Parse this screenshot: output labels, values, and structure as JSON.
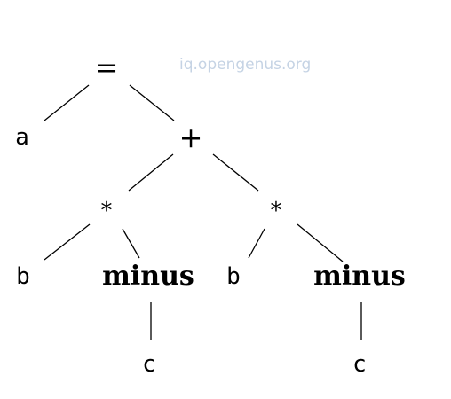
{
  "watermark": "iq.opengenus.org",
  "nodes": {
    "equals": "=",
    "a": "a",
    "plus": "+",
    "times_left": "*",
    "times_right": "*",
    "b_left": "b",
    "minus_left": "minus",
    "b_right": "b",
    "minus_right": "minus",
    "c_left": "c",
    "c_right": "c"
  },
  "edges": [
    [
      "equals",
      "a"
    ],
    [
      "equals",
      "plus"
    ],
    [
      "plus",
      "times_left"
    ],
    [
      "plus",
      "times_right"
    ],
    [
      "times_left",
      "b_left"
    ],
    [
      "times_left",
      "minus_left"
    ],
    [
      "times_right",
      "b_right"
    ],
    [
      "times_right",
      "minus_right"
    ],
    [
      "minus_left",
      "c_left"
    ],
    [
      "minus_right",
      "c_right"
    ]
  ],
  "colors": {
    "edge": "#000000",
    "text": "#000000",
    "watermark": "#c5d3e4"
  }
}
